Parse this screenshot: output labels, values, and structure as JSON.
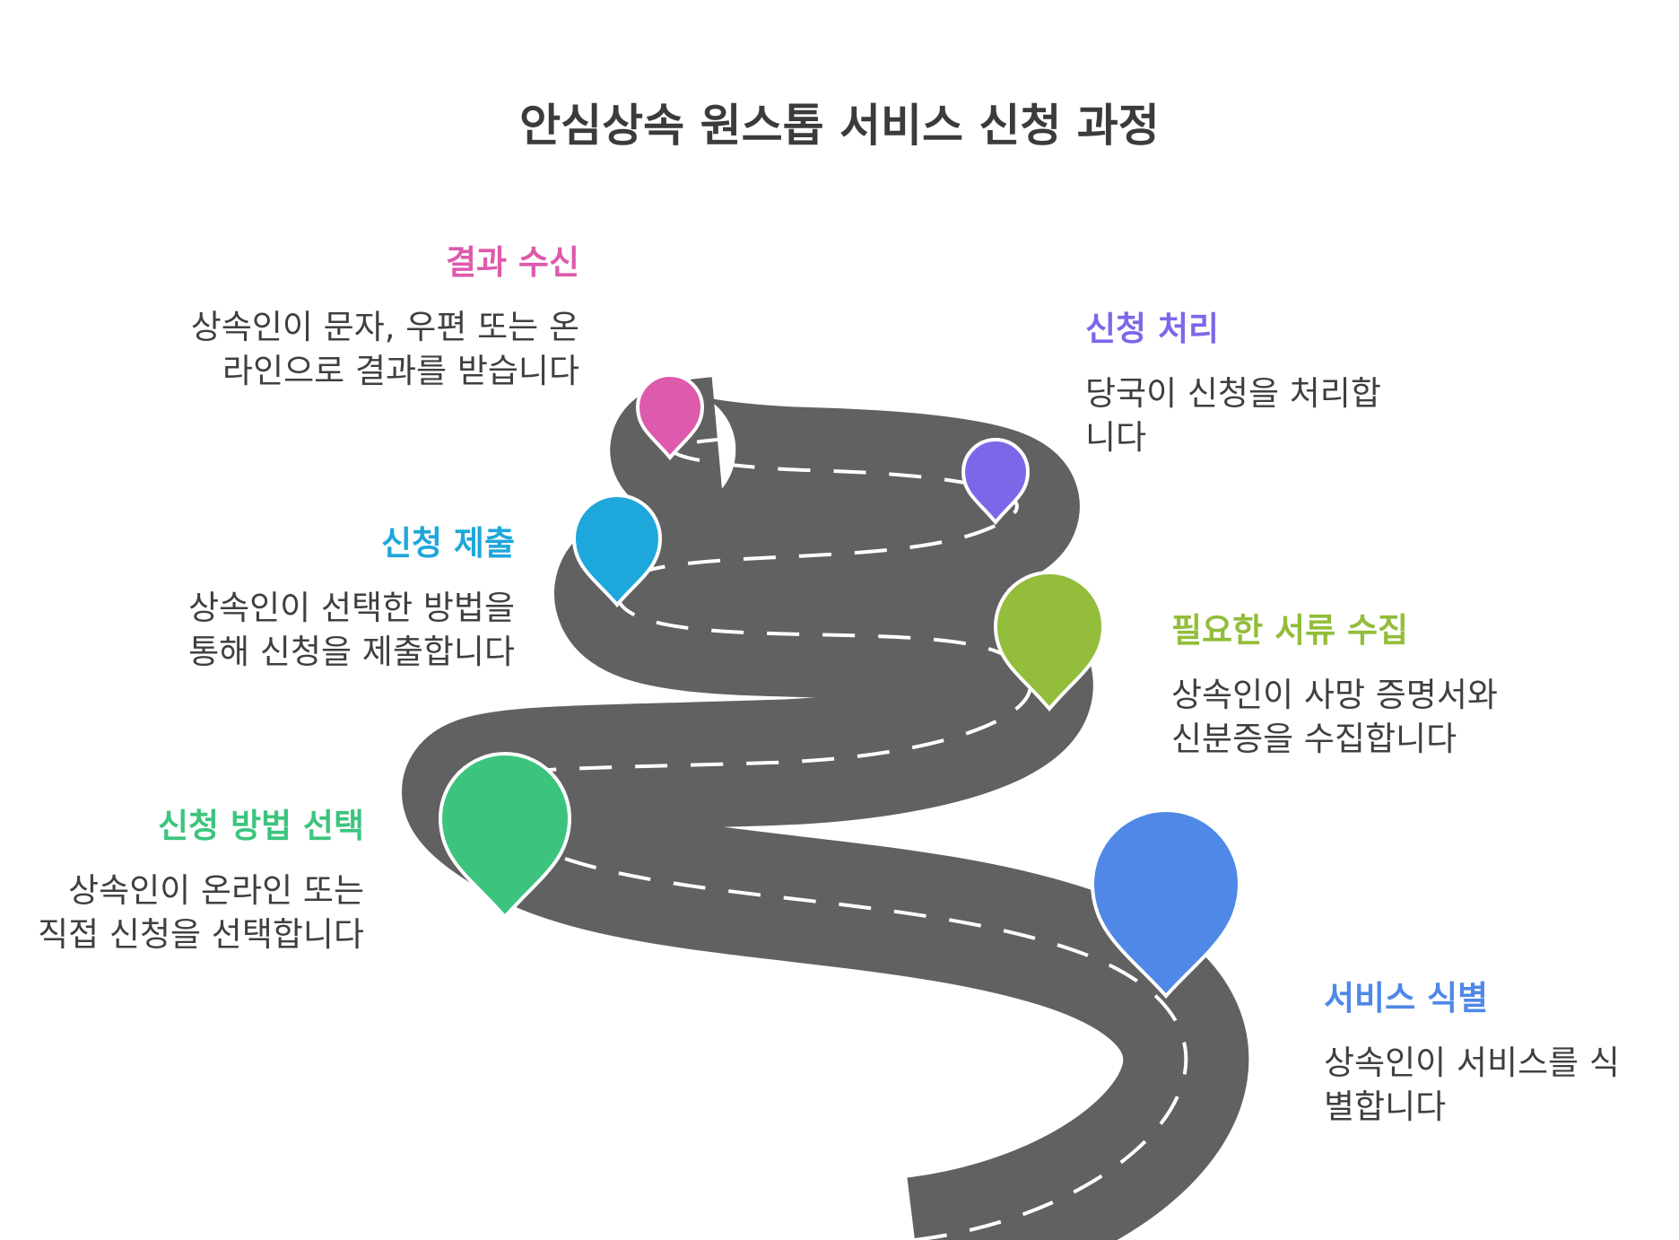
{
  "title": "안심상속 원스톱 서비스 신청 과정",
  "steps": [
    {
      "id": "identify",
      "title": "서비스 식별",
      "desc": "상속인이 서비스를 식별합니다",
      "color": "#4f88e6"
    },
    {
      "id": "choose",
      "title": "신청 방법 선택",
      "desc": "상속인이 온라인 또는 직접 신청을 선택합니다",
      "color": "#3cc47e"
    },
    {
      "id": "collect",
      "title": "필요한 서류 수집",
      "desc": "상속인이 사망 증명서와 신분증을 수집합니다",
      "color": "#93bd3a"
    },
    {
      "id": "submit",
      "title": "신청 제출",
      "desc": "상속인이 선택한 방법을 통해 신청을 제출합니다",
      "color": "#1ea7da"
    },
    {
      "id": "process",
      "title": "신청 처리",
      "desc": "당국이 신청을 처리합니다",
      "color": "#7d67e8"
    },
    {
      "id": "result",
      "title": "결과 수신",
      "desc": "상속인이 문자, 우편 또는 온라인으로 결과를 받습니다",
      "color": "#dd5aac"
    }
  ],
  "road_color": "#616161"
}
